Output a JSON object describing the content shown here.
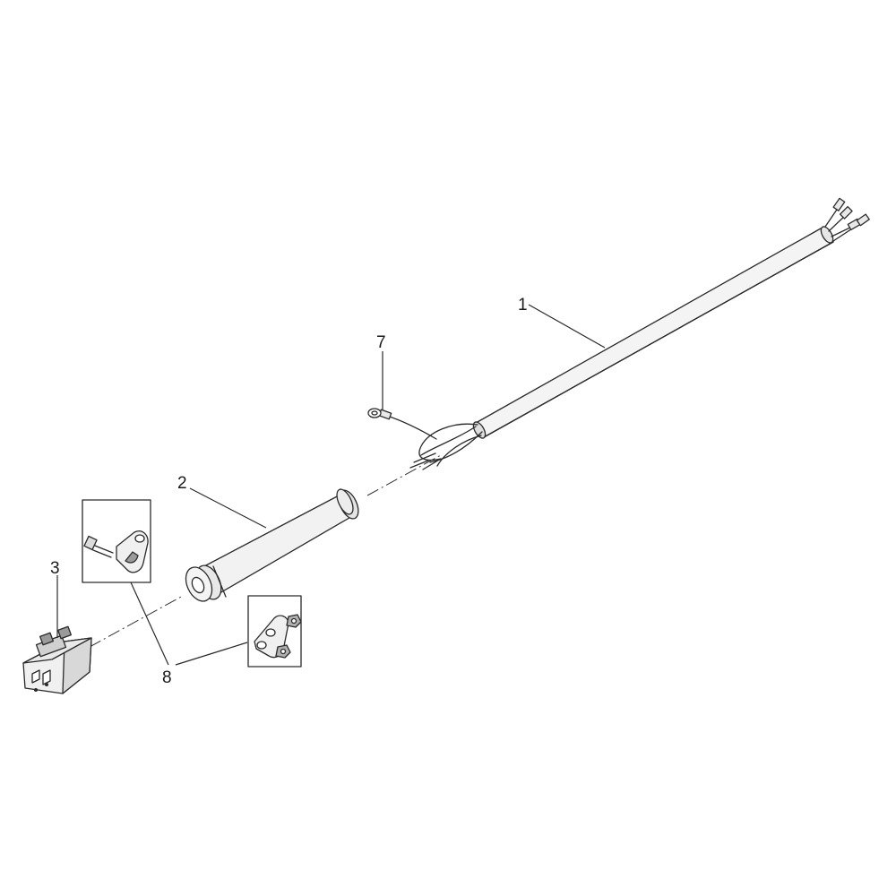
{
  "callouts": {
    "cable": "1",
    "sleeve": "2",
    "switch": "3",
    "ground_lead": "7",
    "clamp_kit": "8"
  },
  "colors": {
    "line": "#2a2a2a",
    "fill_light": "#f2f2f2",
    "fill_mid": "#dcdcdc",
    "fill_dark": "#9a9a9a"
  }
}
